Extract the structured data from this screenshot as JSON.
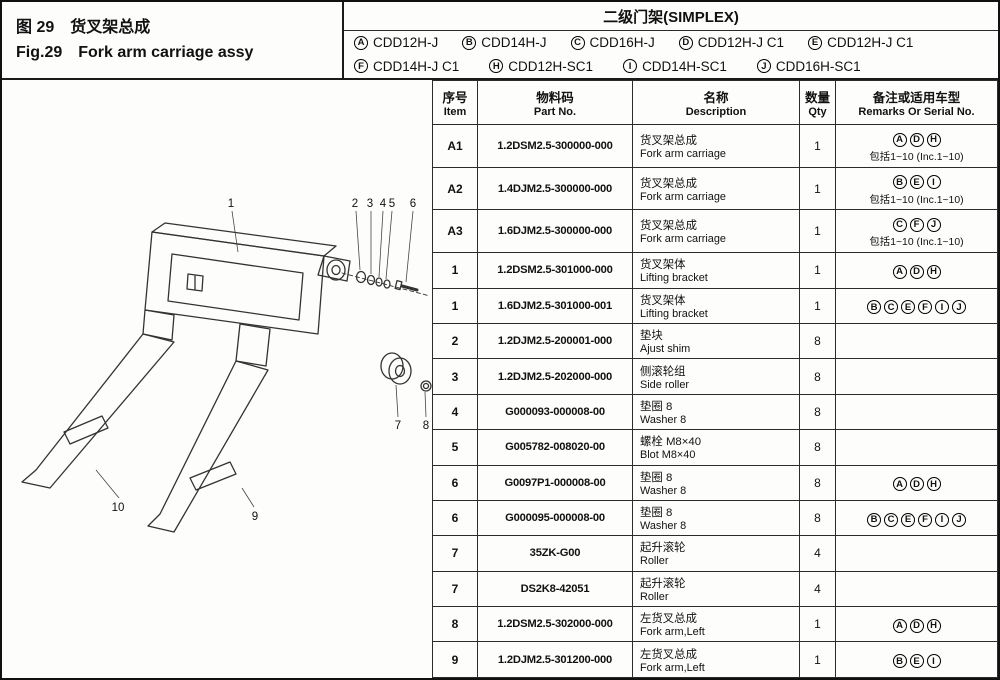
{
  "figure": {
    "label_cn": "图 29",
    "title_cn": "货叉架总成",
    "label_en": "Fig.29",
    "title_en": "Fork arm carriage assy"
  },
  "header": {
    "title": "二级门架(SIMPLEX)",
    "models_line1": [
      {
        "key": "A",
        "label": "CDD12H-J"
      },
      {
        "key": "B",
        "label": "CDD14H-J"
      },
      {
        "key": "C",
        "label": "CDD16H-J"
      },
      {
        "key": "D",
        "label": "CDD12H-J C1"
      },
      {
        "key": "E",
        "label": "CDD12H-J C1"
      }
    ],
    "models_line2": [
      {
        "key": "F",
        "label": "CDD14H-J C1"
      },
      {
        "key": "H",
        "label": "CDD12H-SC1"
      },
      {
        "key": "I",
        "label": "CDD14H-SC1"
      },
      {
        "key": "J",
        "label": "CDD16H-SC1"
      }
    ]
  },
  "table": {
    "columns": [
      {
        "cn": "序号",
        "en": "Item"
      },
      {
        "cn": "物料码",
        "en": "Part No."
      },
      {
        "cn": "名称",
        "en": "Description"
      },
      {
        "cn": "数量",
        "en": "Qty"
      },
      {
        "cn": "备注或适用车型",
        "en": "Remarks Or Serial No."
      }
    ],
    "rows": [
      {
        "item": "A1",
        "part_no": "1.2DSM2.5-300000-000",
        "desc_cn": "货叉架总成",
        "desc_en": "Fork arm carriage",
        "qty": "1",
        "remark_letters": [
          "A",
          "D",
          "H"
        ],
        "remark_note": "包括1~10 (Inc.1~10)"
      },
      {
        "item": "A2",
        "part_no": "1.4DJM2.5-300000-000",
        "desc_cn": "货叉架总成",
        "desc_en": "Fork arm carriage",
        "qty": "1",
        "remark_letters": [
          "B",
          "E",
          "I"
        ],
        "remark_note": "包括1~10 (Inc.1~10)"
      },
      {
        "item": "A3",
        "part_no": "1.6DJM2.5-300000-000",
        "desc_cn": "货叉架总成",
        "desc_en": "Fork arm carriage",
        "qty": "1",
        "remark_letters": [
          "C",
          "F",
          "J"
        ],
        "remark_note": "包括1~10 (Inc.1~10)"
      },
      {
        "item": "1",
        "part_no": "1.2DSM2.5-301000-000",
        "desc_cn": "货叉架体",
        "desc_en": "Lifting bracket",
        "qty": "1",
        "remark_letters": [
          "A",
          "D",
          "H"
        ],
        "remark_note": ""
      },
      {
        "item": "1",
        "part_no": "1.6DJM2.5-301000-001",
        "desc_cn": "货叉架体",
        "desc_en": "Lifting bracket",
        "qty": "1",
        "remark_letters": [
          "B",
          "C",
          "E",
          "F",
          "I",
          "J"
        ],
        "remark_note": ""
      },
      {
        "item": "2",
        "part_no": "1.2DJM2.5-200001-000",
        "desc_cn": "垫块",
        "desc_en": "Ajust shim",
        "qty": "8",
        "remark_letters": [],
        "remark_note": ""
      },
      {
        "item": "3",
        "part_no": "1.2DJM2.5-202000-000",
        "desc_cn": "侧滚轮组",
        "desc_en": "Side roller",
        "qty": "8",
        "remark_letters": [],
        "remark_note": ""
      },
      {
        "item": "4",
        "part_no": "G000093-000008-00",
        "desc_cn": "垫圈 8",
        "desc_en": "Washer 8",
        "qty": "8",
        "remark_letters": [],
        "remark_note": ""
      },
      {
        "item": "5",
        "part_no": "G005782-008020-00",
        "desc_cn": "螺栓 M8×40",
        "desc_en": "Blot M8×40",
        "qty": "8",
        "remark_letters": [],
        "remark_note": ""
      },
      {
        "item": "6",
        "part_no": "G0097P1-000008-00",
        "desc_cn": "垫圈 8",
        "desc_en": "Washer 8",
        "qty": "8",
        "remark_letters": [
          "A",
          "D",
          "H"
        ],
        "remark_note": ""
      },
      {
        "item": "6",
        "part_no": "G000095-000008-00",
        "desc_cn": "垫圈 8",
        "desc_en": "Washer 8",
        "qty": "8",
        "remark_letters": [
          "B",
          "C",
          "E",
          "F",
          "I",
          "J"
        ],
        "remark_note": ""
      },
      {
        "item": "7",
        "part_no": "35ZK-G00",
        "desc_cn": "起升滚轮",
        "desc_en": "Roller",
        "qty": "4",
        "remark_letters": [],
        "remark_note": ""
      },
      {
        "item": "7",
        "part_no": "DS2K8-42051",
        "desc_cn": "起升滚轮",
        "desc_en": "Roller",
        "qty": "4",
        "remark_letters": [],
        "remark_note": ""
      },
      {
        "item": "8",
        "part_no": "1.2DSM2.5-302000-000",
        "desc_cn": "左货叉总成",
        "desc_en": "Fork arm,Left",
        "qty": "1",
        "remark_letters": [
          "A",
          "D",
          "H"
        ],
        "remark_note": ""
      },
      {
        "item": "9",
        "part_no": "1.2DJM2.5-301200-000",
        "desc_cn": "左货叉总成",
        "desc_en": "Fork arm,Left",
        "qty": "1",
        "remark_letters": [
          "B",
          "E",
          "I"
        ],
        "remark_note": ""
      }
    ]
  },
  "diagram": {
    "callouts": [
      "1",
      "2",
      "3",
      "4",
      "5",
      "6",
      "7",
      "8",
      "9",
      "10"
    ]
  }
}
